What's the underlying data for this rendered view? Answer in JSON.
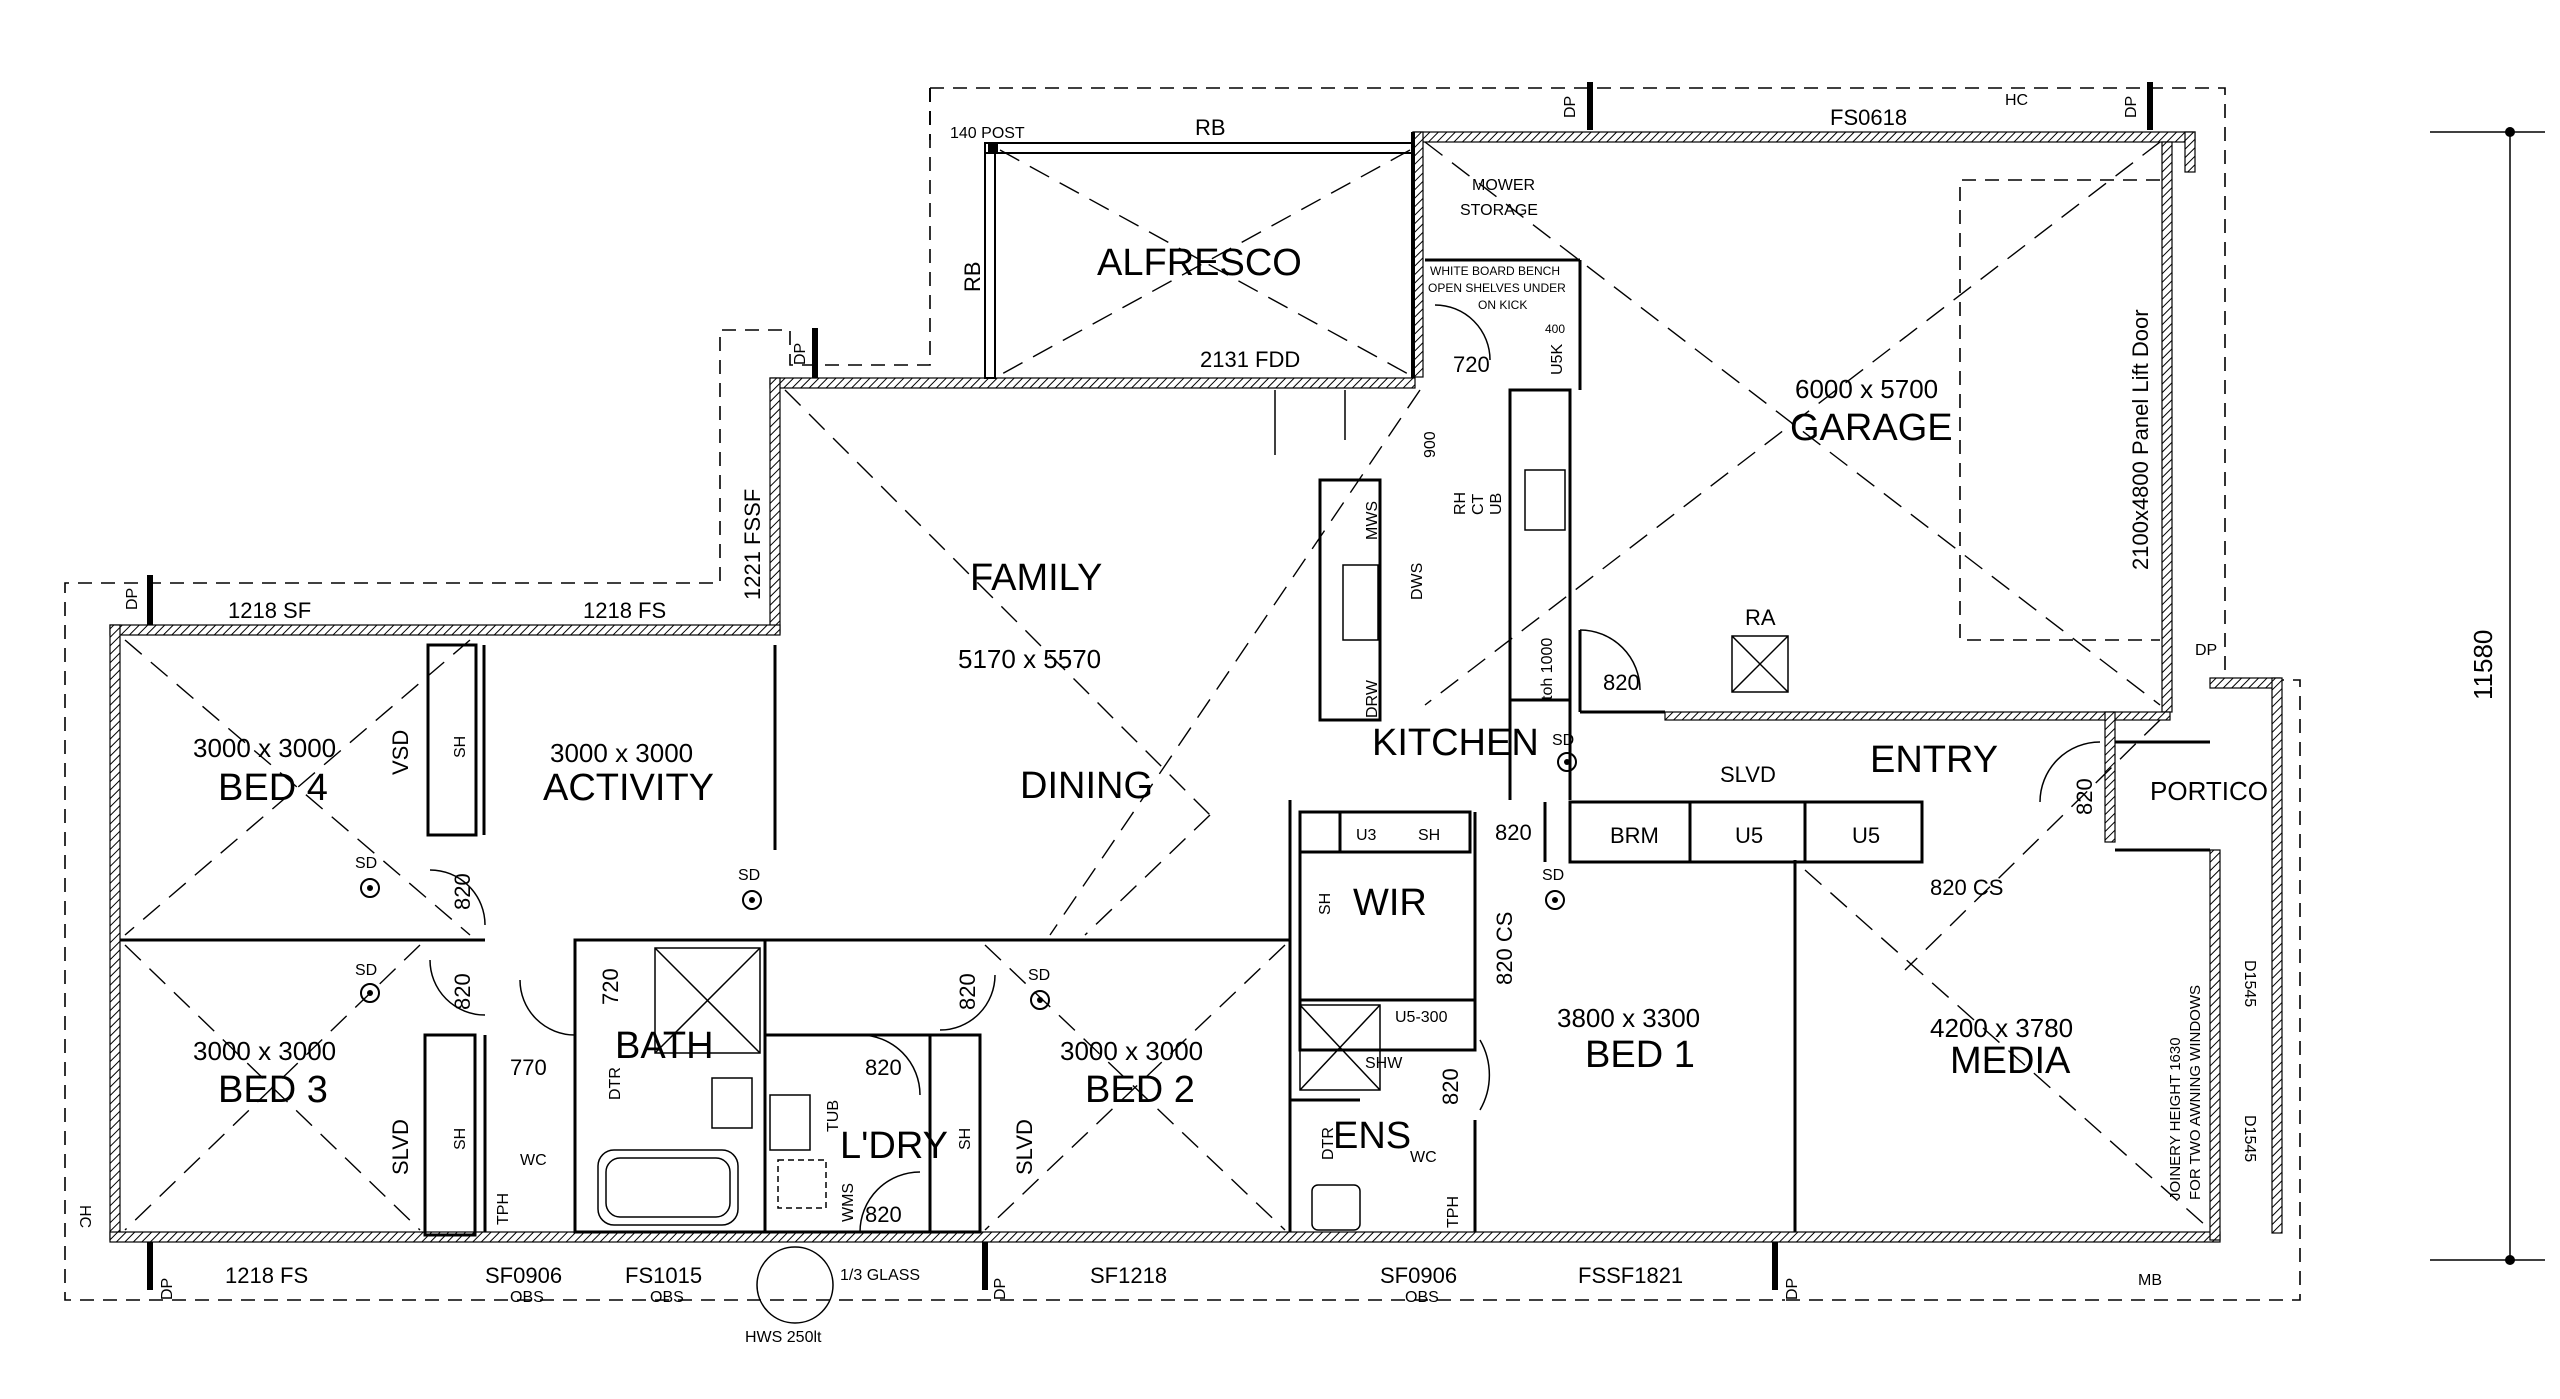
{
  "rooms": {
    "alfresco": "ALFRESCO",
    "garage": "GARAGE",
    "garage_dim": "6000 x 5700",
    "family": "FAMILY",
    "family_dim": "5170 x 5570",
    "dining": "DINING",
    "kitchen": "KITCHEN",
    "entry": "ENTRY",
    "portico": "PORTICO",
    "bed4": "BED 4",
    "bed4_dim": "3000 x 3000",
    "activity": "ACTIVITY",
    "activity_dim": "3000 x 3000",
    "bed3": "BED 3",
    "bed3_dim": "3000 x 3000",
    "bath": "BATH",
    "ldry": "L'DRY",
    "bed2": "BED 2",
    "bed2_dim": "3000 x 3000",
    "wir": "WIR",
    "ens": "ENS",
    "bed1": "BED 1",
    "bed1_dim": "3800 x 3300",
    "media": "MEDIA",
    "media_dim": "4200 x 3780"
  },
  "labels": {
    "post": "140 POST",
    "rb_top": "RB",
    "rb_left": "RB",
    "fdd": "2131 FDD",
    "mower": "MOWER",
    "storage": "STORAGE",
    "bench1": "WHITE BOARD BENCH",
    "bench2": "OPEN SHELVES UNDER",
    "bench3": "ON KICK",
    "u5k": "U5K",
    "u5k_400": "400",
    "d720_top": "720",
    "d900": "900",
    "rh": "RH",
    "ct": "CT",
    "ub": "UB",
    "mws": "MWS",
    "dws": "DWS",
    "drw": "DRW",
    "toh": "toh 1000",
    "d820_garage": "820",
    "ra": "RA",
    "panel_lift": "2100x4800 Panel Lift Door",
    "fs0618": "FS0618",
    "hc_top": "HC",
    "dp": "DP",
    "fssf1221": "1221 FSSF",
    "sf1218_top": "1218 SF",
    "fs1218_top": "1218 FS",
    "vsd": "VSD",
    "sh": "SH",
    "sd": "SD",
    "d820": "820",
    "d770": "770",
    "d720": "720",
    "dtr": "DTR",
    "tub": "TUB",
    "wms": "WMS",
    "slvd": "SLVD",
    "wc": "WC",
    "tph": "TPH",
    "u3": "U3",
    "u5_300": "U5-300",
    "shw": "SHW",
    "cs820": "820 CS",
    "brm": "BRM",
    "u5": "U5",
    "d1545": "D1545",
    "joinery1": "JOINERY HEIGHT 1630",
    "joinery2": "FOR TWO AWNING WINDOWS",
    "fs1218_bottom": "1218 FS",
    "sf0906": "SF0906",
    "obs": "OBS",
    "fs1015": "FS1015",
    "glass": "1/3 GLASS",
    "sf1218_bottom": "SF1218",
    "fssf1821": "FSSF1821",
    "hws": "HWS 250lt",
    "mb": "MB",
    "hc_left": "HC",
    "overall": "11580"
  }
}
